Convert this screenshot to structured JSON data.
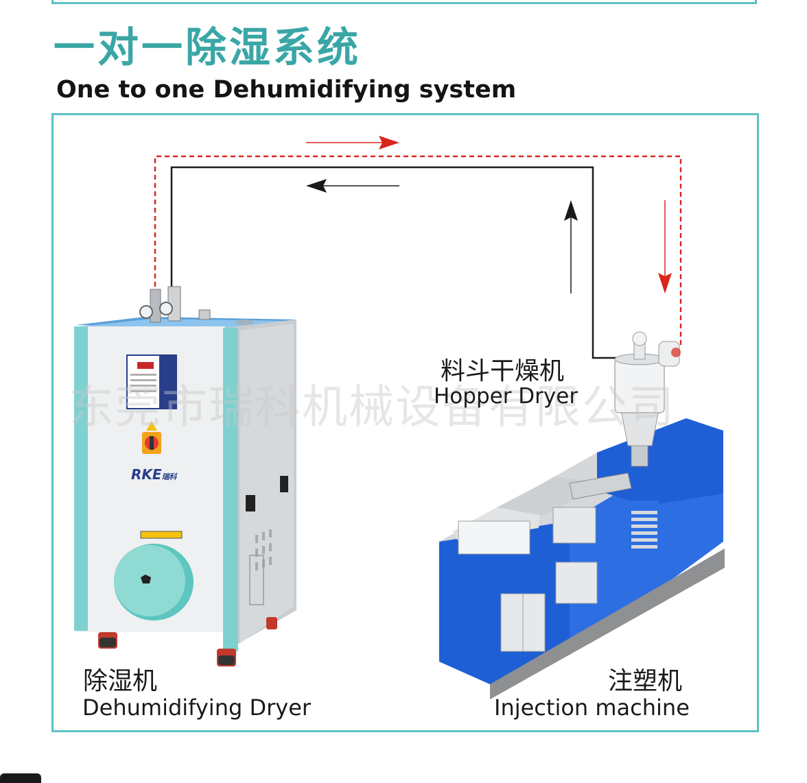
{
  "title_cn": "一对一除湿系统",
  "title_en": "One to one Dehumidifying system",
  "watermark": "东莞市瑞科机械设备有限公司",
  "brand": {
    "logo_text": "RKE",
    "logo_cn": "瑞科"
  },
  "labels": {
    "hopper_dryer_cn": "料斗干燥机",
    "hopper_dryer_en": "Hopper Dryer",
    "dehumidifying_dryer_cn": "除湿机",
    "dehumidifying_dryer_en": "Dehumidifying Dryer",
    "injection_machine_cn": "注塑机",
    "injection_machine_en": "Injection machine"
  },
  "colors": {
    "accent": "#5bc0c2",
    "title": "#3aa6a6",
    "supply_line": "#d9261c",
    "return_line": "#1a1a1a",
    "machine_blue": "#1f5fd6"
  }
}
